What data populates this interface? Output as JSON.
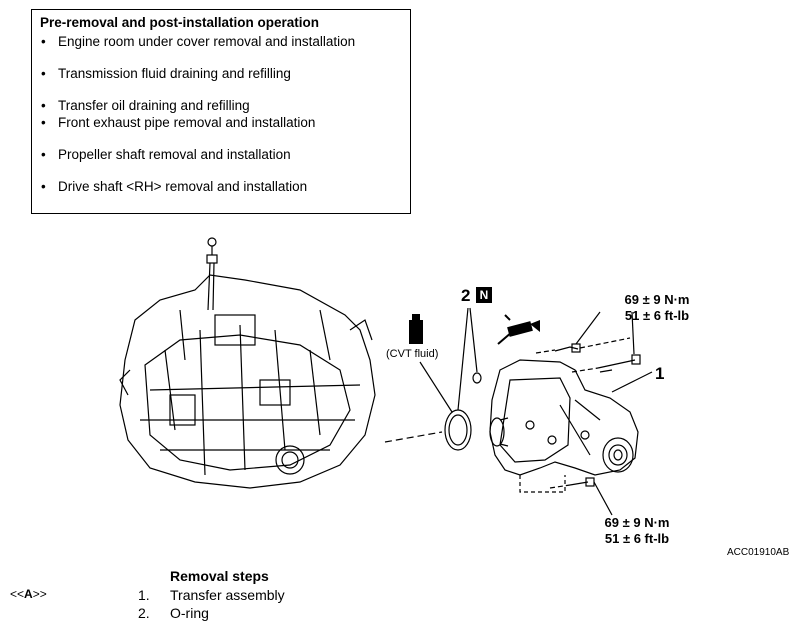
{
  "notes": {
    "title": "Pre-removal and post-installation operation",
    "items": [
      "Engine room under cover removal and installation",
      "Transmission fluid draining and refilling",
      "Transfer oil draining and refilling",
      "Front exhaust pipe removal and installation",
      "Propeller shaft removal and installation",
      "Drive shaft <RH> removal and installation"
    ]
  },
  "diagram": {
    "torque_top_line1": "69 ± 9 N·m",
    "torque_top_line2": "51 ± 6 ft-lb",
    "torque_bottom_line1": "69 ± 9 N·m",
    "torque_bottom_line2": "51 ± 6 ft-lb",
    "label_1": "1",
    "label_2": "2",
    "badge_n": "N",
    "cvt_fluid": "(CVT fluid)",
    "figure_code": "ACC01910AB"
  },
  "removal": {
    "heading": "Removal steps",
    "steps": [
      {
        "mark_prefix": "<<",
        "mark_letter": "A",
        "mark_suffix": ">>",
        "num": "1.",
        "label": "Transfer assembly"
      },
      {
        "mark_prefix": "",
        "mark_letter": "",
        "mark_suffix": "",
        "num": "2.",
        "label": "O-ring"
      }
    ]
  }
}
